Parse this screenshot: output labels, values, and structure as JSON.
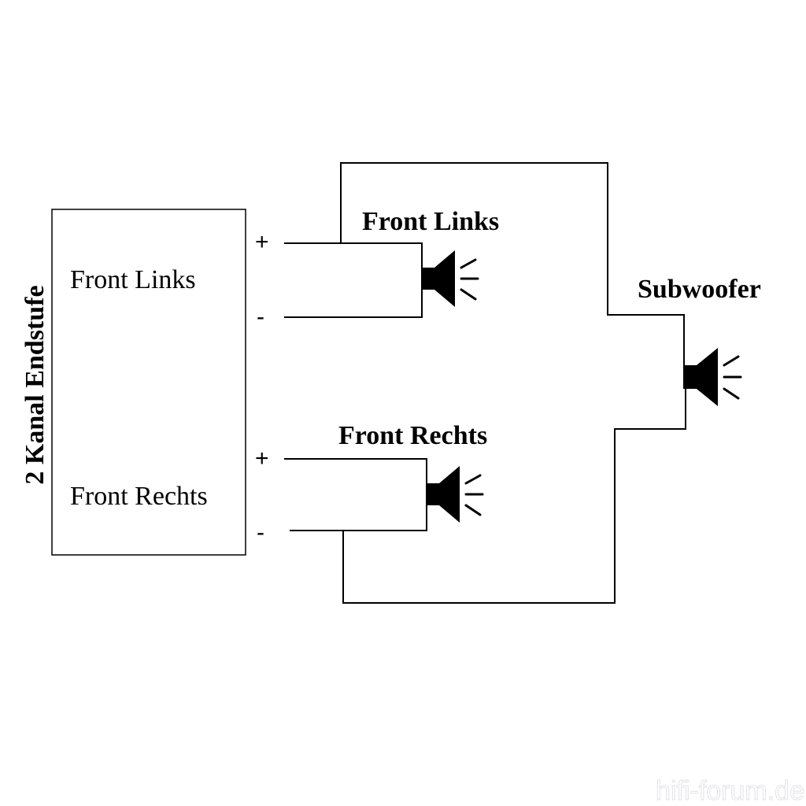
{
  "amplifier": {
    "title": "2 Kanal Endstufe",
    "channel_left": "Front Links",
    "channel_right": "Front Rechts"
  },
  "terminals": {
    "left_plus": "+",
    "left_minus": "-",
    "right_plus": "+",
    "right_minus": "-"
  },
  "speakers": {
    "front_left": "Front Links",
    "front_right": "Front Rechts",
    "subwoofer": "Subwoofer"
  },
  "watermark": "hifi-forum.de",
  "colors": {
    "line": "#000000",
    "background": "#ffffff",
    "watermark": "#e3e3e8"
  }
}
